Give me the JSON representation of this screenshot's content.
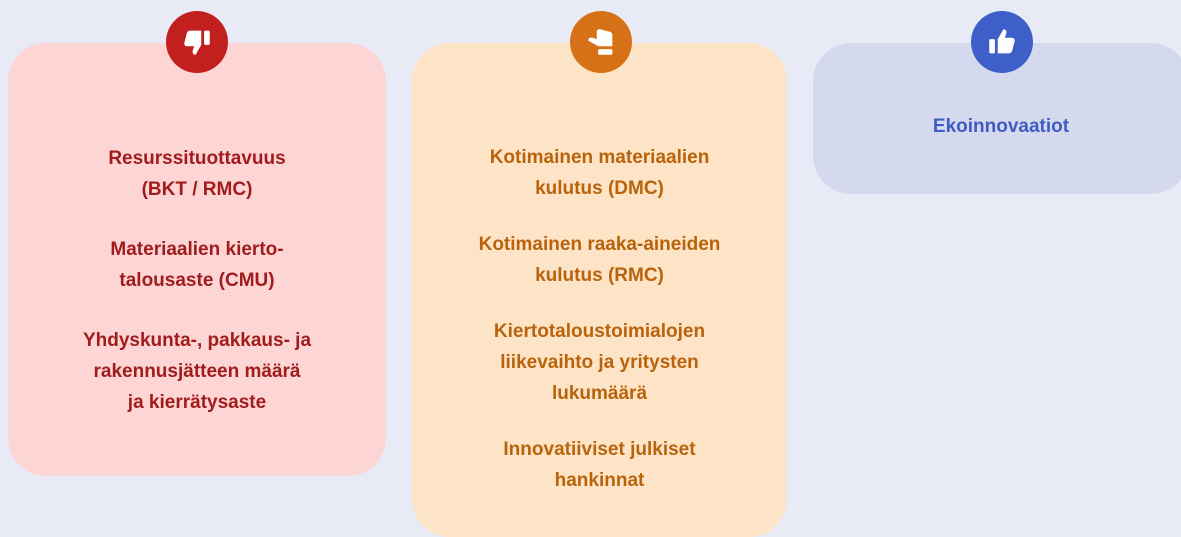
{
  "columns": [
    {
      "id": "negative",
      "icon": "thumbs-down-icon",
      "color": "#c1201f",
      "items": [
        "Resurssituottavuus\n(BKT / RMC)",
        "Materiaalien kierto-\ntalousaste (CMU)",
        "Yhdyskunta-, pakkaus- ja\nrakennusjätteen määrä\nja kierrätysaste"
      ]
    },
    {
      "id": "neutral",
      "icon": "thumb-sideways-icon",
      "color": "#d77117",
      "items": [
        "Kotimainen materiaalien\nkulutus (DMC)",
        "Kotimainen raaka-aineiden\nkulutus (RMC)",
        "Kiertotaloustoimialojen\nliikevaihto ja yritysten\nlukumäärä",
        "Innovatiiviset julkiset\nhankinnat"
      ]
    },
    {
      "id": "positive",
      "icon": "thumbs-up-icon",
      "color": "#3d5fc7",
      "items": [
        "Ekoinnovaatiot"
      ]
    }
  ]
}
